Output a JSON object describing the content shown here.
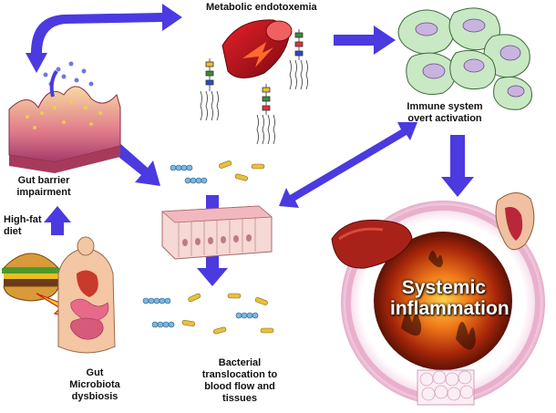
{
  "labels": {
    "metabolic_endotoxemia": "Metabolic endotoxemia",
    "immune_activation": "Immune system overt activation",
    "gut_barrier": "Gut barrier impairment",
    "high_fat_diet": "High-fat diet",
    "gut_dysbiosis": "Gut Microbiota dysbiosis",
    "bacterial_translocation": "Bacterial translocation to blood flow and tissues",
    "systemic_inflammation": "Systemic inflammation"
  },
  "colors": {
    "arrow": "#4a3ae0",
    "ring": "#f0c8de",
    "fire": "#b8280a",
    "cells": "#c9e8c4"
  }
}
